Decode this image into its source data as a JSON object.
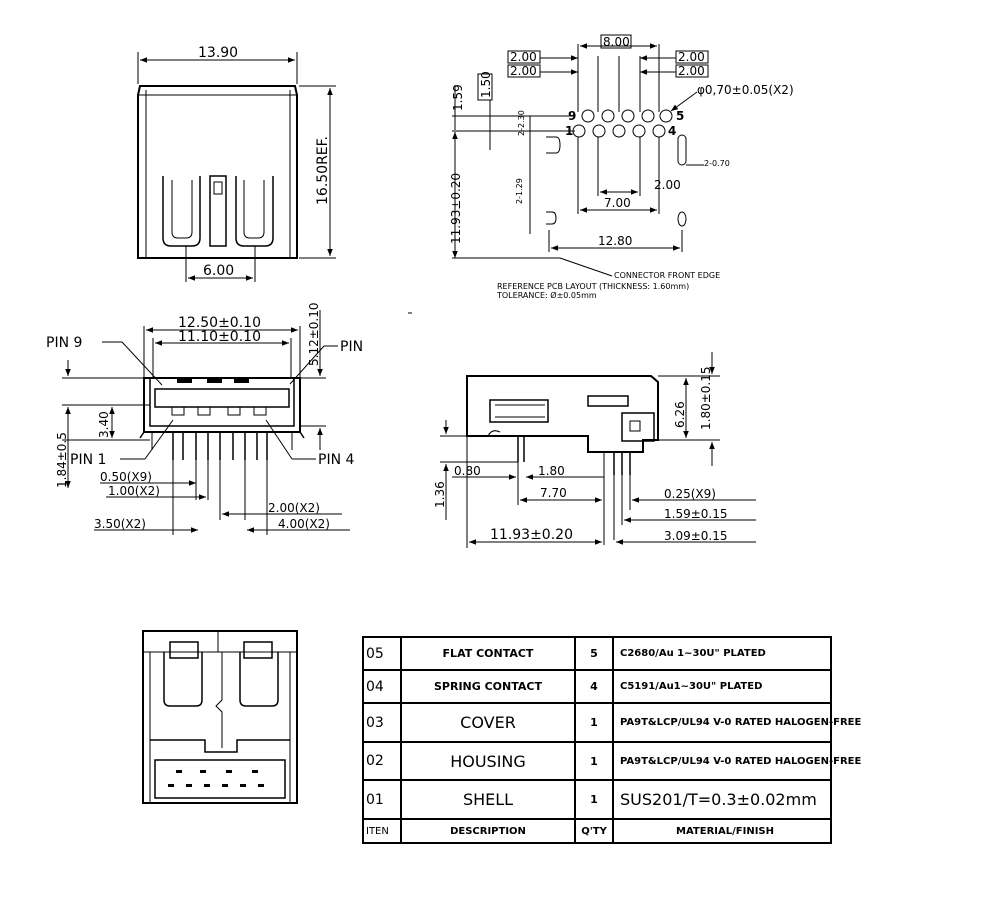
{
  "top_left_view": {
    "width": "13.90",
    "height": "16.50REF.",
    "contact_width": "6.00"
  },
  "pcb_layout": {
    "pitch_top": "8.00",
    "pitch_a": "2.00",
    "pitch_b": "2.00",
    "pitch_c": "2.00",
    "pitch_d": "2.00",
    "hole_dia": "φ0,70±0.05(X2)",
    "v_159": "1.59",
    "v_150": "1.50",
    "v_230": "2-2.30",
    "v_129": "2-1.29",
    "v_1193": "11.93±0.20",
    "pin9": "9",
    "pin1": "1",
    "pin5": "5",
    "pin4": "4",
    "slot": "2-0.70",
    "d200": "2.00",
    "d700": "7.00",
    "d1280": "12.80",
    "front_edge": "CONNECTOR FRONT EDGE",
    "ref_note": "REFERENCE PCB LAYOUT (THICKNESS: 1.60mm)",
    "tol_note": "TOLERANCE: Ø±0.05mm"
  },
  "front_view": {
    "pin9": "PIN 9",
    "pin": "PIN",
    "pin1": "PIN 1",
    "pin4": "PIN 4",
    "w1250": "12.50±0.10",
    "w1110": "11.10±0.10",
    "h512": "5.12±0.10",
    "h340": "3.40",
    "h184": "1.84±0.5",
    "p050": "0.50(X9)",
    "p100": "1.00(X2)",
    "p200": "2.00(X2)",
    "p350": "3.50(X2)",
    "p400": "4.00(X2)"
  },
  "side_view": {
    "h626": "6.26",
    "h180": "1.80±0.15",
    "h136": "1.36",
    "d080": "0.80",
    "d180": "1.80",
    "d770": "7.70",
    "d025": "0.25(X9)",
    "d159": "1.59±0.15",
    "d1193": "11.93±0.20",
    "d309": "3.09±0.15"
  },
  "bom": {
    "rows": [
      {
        "no": "05",
        "desc": "FLAT CONTACT",
        "qty": "5",
        "mat": "C2680/Au 1~30U\" PLATED"
      },
      {
        "no": "04",
        "desc": "SPRING CONTACT",
        "qty": "4",
        "mat": "C5191/Au1~30U\" PLATED"
      },
      {
        "no": "03",
        "desc": "COVER",
        "qty": "1",
        "mat": "PA9T&LCP/UL94 V-0 RATED HALOGEN-FREE"
      },
      {
        "no": "02",
        "desc": "HOUSING",
        "qty": "1",
        "mat": "PA9T&LCP/UL94 V-0 RATED HALOGEN-FREE"
      },
      {
        "no": "01",
        "desc": "SHELL",
        "qty": "1",
        "mat": "SUS201/T=0.3±0.02mm"
      }
    ],
    "header": {
      "no": "ITEN",
      "desc": "DESCRIPTION",
      "qty": "Q'TY",
      "mat": "MATERIAL/FINISH"
    }
  }
}
